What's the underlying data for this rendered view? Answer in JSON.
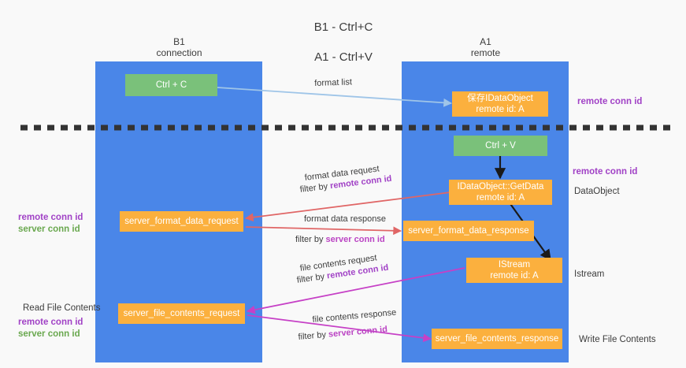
{
  "title": {
    "line1": "B1 - Ctrl+C",
    "line2": "A1 - Ctrl+V"
  },
  "lanes": [
    {
      "id": "b1",
      "title_line1": "B1",
      "title_line2": "connection",
      "color": "#4a86e8"
    },
    {
      "id": "a1",
      "title_line1": "A1",
      "title_line2": "remote",
      "color": "#4a86e8"
    }
  ],
  "nodes": {
    "ctrl_c": {
      "label": "Ctrl + C",
      "color": "#7ac17a"
    },
    "save_idataobject": {
      "line1": "保存IDataObject",
      "line2": "remote id: A",
      "color": "#fbb03e"
    },
    "ctrl_v": {
      "label": "Ctrl + V",
      "color": "#7ac17a"
    },
    "getdata": {
      "line1": "IDataObject::GetData",
      "line2": "remote id: A",
      "color": "#fbb03e"
    },
    "server_format_data_request": {
      "label": "server_format_data_request",
      "color": "#fbb03e"
    },
    "server_format_data_response": {
      "label": "server_format_data_response",
      "color": "#fbb03e"
    },
    "istream": {
      "line1": "IStream",
      "line2": "remote id: A",
      "color": "#fbb03e"
    },
    "server_file_contents_request": {
      "label": "server_file_contents_request",
      "color": "#fbb03e"
    },
    "server_file_contents_response": {
      "label": "server_file_contents_response",
      "color": "#fbb03e"
    }
  },
  "edge_labels": {
    "format_list": "format list",
    "format_data_request": "format data request",
    "format_data_request_filter_prefix": "filter by ",
    "format_data_request_filter_kw": "remote conn id",
    "format_data_response": "format data response",
    "format_data_response_filter_prefix": "filter by ",
    "format_data_response_filter_kw": "server conn id",
    "file_contents_request": "file contents request",
    "file_contents_request_filter_prefix": "filter by ",
    "file_contents_request_filter_kw": "remote conn id",
    "file_contents_response": "file contents response",
    "file_contents_response_filter_prefix": "filter by ",
    "file_contents_response_filter_kw": "server conn id"
  },
  "side_labels": {
    "right_remote_conn_id_top": "remote conn id",
    "right_remote_conn_id_mid": "remote conn id",
    "right_dataobject": "DataObject",
    "right_istream": "Istream",
    "right_write_file_contents": "Write File Contents",
    "left_remote_conn_id": "remote conn id",
    "left_server_conn_id": "server conn id",
    "left_read_file_contents": "Read File Contents",
    "left_remote_conn_id_2": "remote conn id",
    "left_server_conn_id_2": "server conn id"
  },
  "colors": {
    "lane": "#4a86e8",
    "green_node": "#7ac17a",
    "orange_node": "#fbb03e",
    "background": "#f9f9f9",
    "divider": "#333333",
    "arrow_light_blue": "#9fc5e8",
    "arrow_red": "#e06666",
    "arrow_magenta": "#c640c6",
    "arrow_black": "#1a1a1a",
    "text_purple": "#a142c6",
    "text_green": "#6aa84f"
  }
}
